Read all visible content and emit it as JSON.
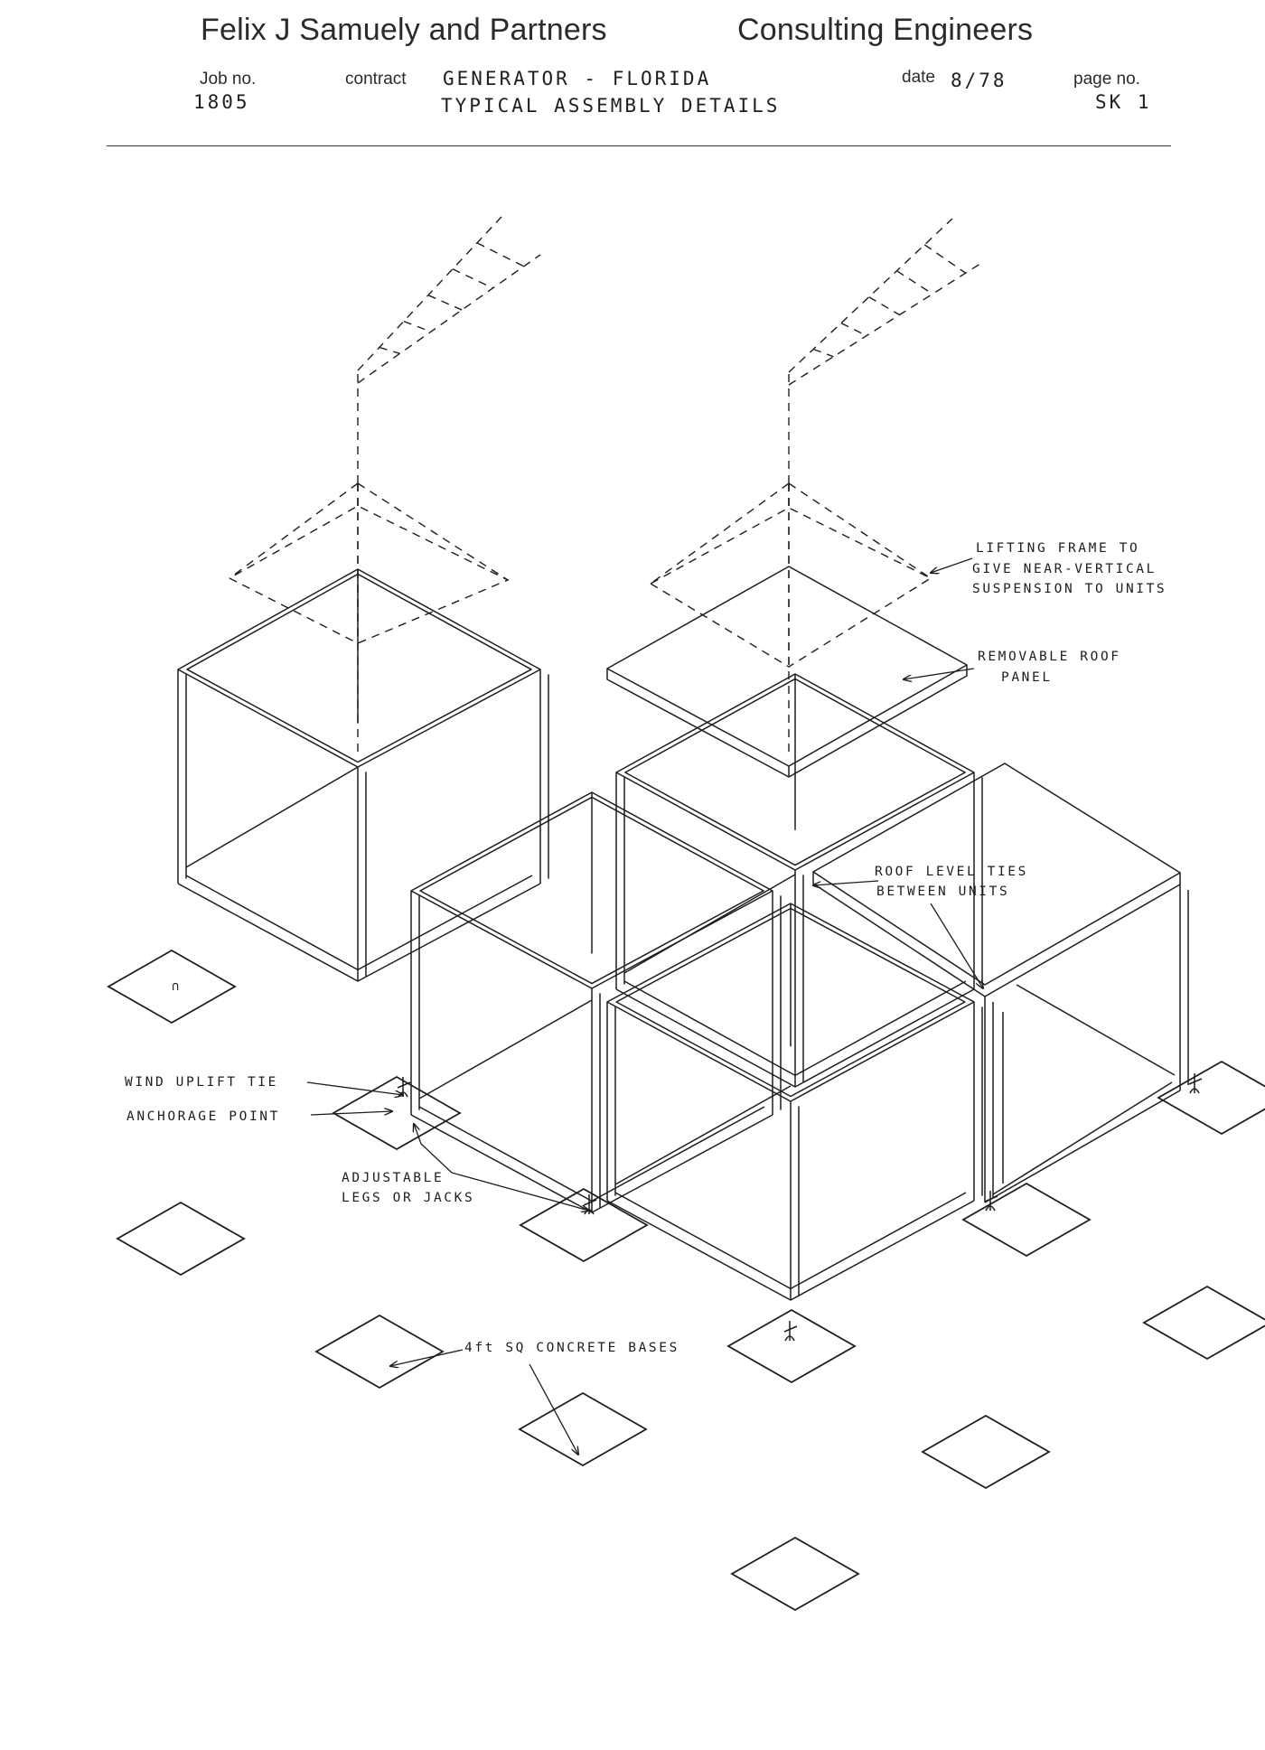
{
  "header": {
    "company": "Felix J Samuely and Partners",
    "discipline": "Consulting Engineers",
    "job_label": "Job no.",
    "job_value": "1805",
    "contract_label": "contract",
    "contract_line1": "GENERATOR - FLORIDA",
    "contract_line2": "TYPICAL ASSEMBLY DETAILS",
    "date_label": "date",
    "date_value": "8/78",
    "page_label": "page no.",
    "page_value": "SK 1"
  },
  "annotations": {
    "lifting_frame": [
      "LIFTING FRAME TO",
      "GIVE NEAR-VERTICAL",
      "SUSPENSION TO UNITS"
    ],
    "roof_panel": [
      "REMOVABLE ROOF",
      "PANEL"
    ],
    "roof_ties": [
      "ROOF LEVEL TIES",
      "BETWEEN UNITS"
    ],
    "wind_uplift": "WIND UPLIFT TIE",
    "anchorage": "ANCHORAGE POINT",
    "adjustable_legs": [
      "ADJUSTABLE",
      "LEGS OR JACKS"
    ],
    "concrete_bases": "4ft SQ CONCRETE BASES"
  }
}
